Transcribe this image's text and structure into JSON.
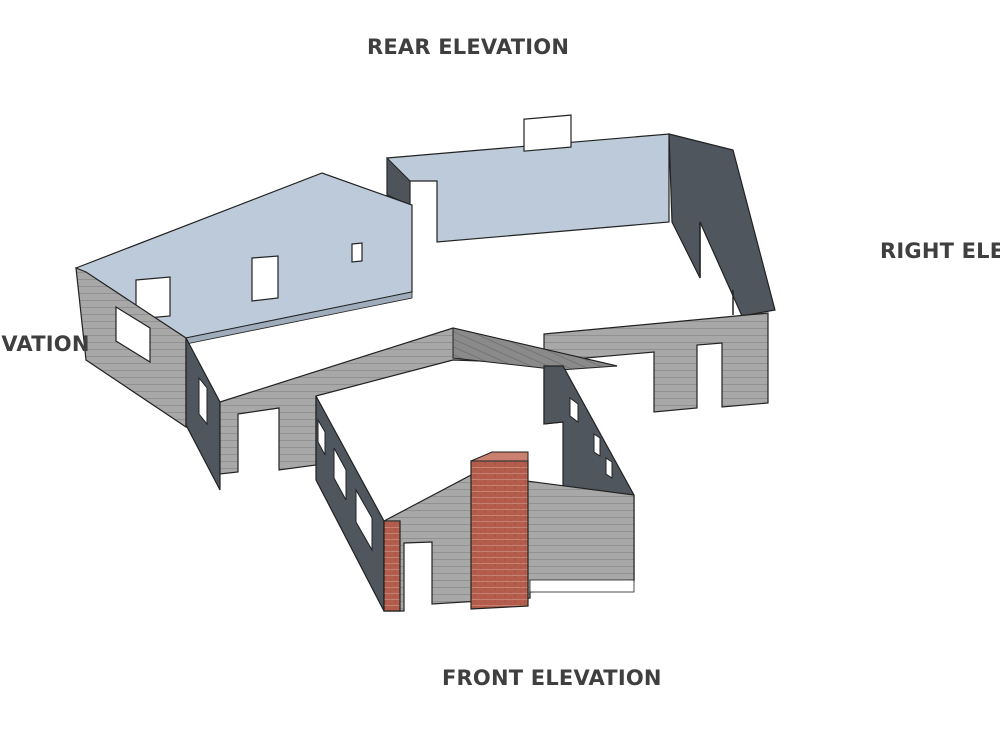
{
  "labels": {
    "rear": "REAR ELEVATION",
    "right": "RIGHT ELEVATION",
    "left": "LEFT ELEVATION",
    "front": "FRONT ELEVATION"
  },
  "colors": {
    "rear_wall": "#bccad9",
    "side_wall_dark": "#4f545b",
    "siding": "#a7a7a7",
    "siding_dark": "#7c7c7c",
    "chimney": "#b35a4a",
    "outline": "#222222",
    "label_text": "#3f3f3f"
  }
}
